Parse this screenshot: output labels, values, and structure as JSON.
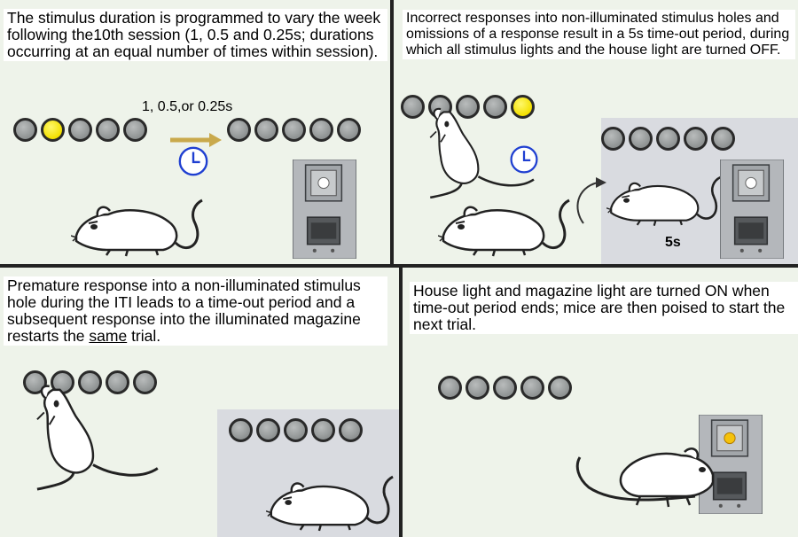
{
  "panels": {
    "p1": {
      "caption": "The stimulus duration is programmed to vary the week following the10th session (1, 0.5 and 0.25s; durations occurring at an equal number of times within session).",
      "duration_label": "1, 0.5,or 0.25s"
    },
    "p2": {
      "caption": "Incorrect responses into non-illuminated stimulus holes and omissions of a response result in a 5s time-out period, during which all stimulus lights and the house light are turned OFF.",
      "timeout_label": "5s"
    },
    "p3": {
      "caption_before": "Premature response into a non-illuminated stimulus hole during the ITI leads to a time-out period and a subsequent response into the illuminated magazine restarts the ",
      "caption_underlined": "same",
      "caption_after": " trial."
    },
    "p4": {
      "caption": "House light and magazine light are turned ON when time-out period ends; mice are then poised to start the next trial."
    }
  },
  "icons": {
    "timer": "clock-icon",
    "arrow": "right-arrow-icon",
    "curved_arrow": "curved-arrow-icon",
    "mouse": "mouse-figure",
    "magazine": "magazine-box"
  },
  "colors": {
    "lit": "#f3e000",
    "hole": "#9a9d9d",
    "clock": "#1f3fd1",
    "arrow_gold": "#c9a94c",
    "panel_bg": "#eef3ea",
    "timeout_bg": "#d9dbe0"
  }
}
